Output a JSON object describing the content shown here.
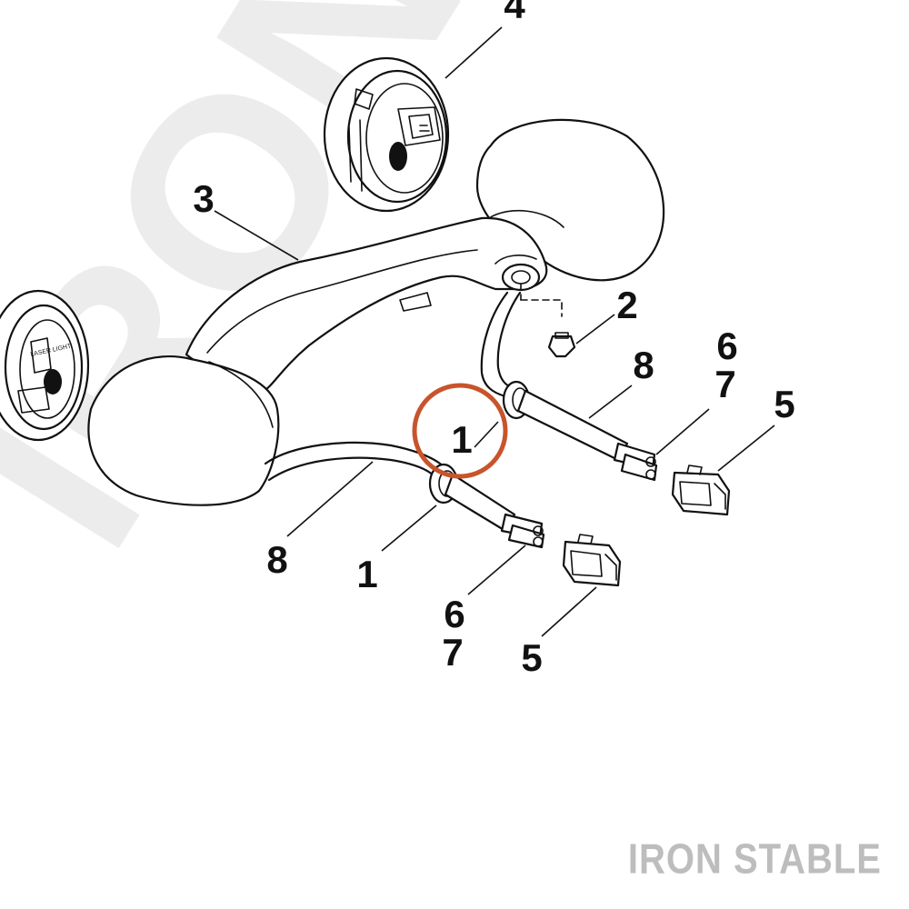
{
  "watermark": "IRON STABLE",
  "brand_label": "IRON STABLE",
  "highlight_color": "#c8542b",
  "callouts": {
    "c4": "4",
    "c3": "3",
    "c2": "2",
    "c8_right": "8",
    "c6_right": "6",
    "c7_right": "7",
    "c5_right": "5",
    "c1_highlight": "1",
    "c8_left": "8",
    "c1_left": "1",
    "c6_left": "6",
    "c7_left": "7",
    "c5_left": "5"
  },
  "lamp_label": "LASER LIGHT"
}
